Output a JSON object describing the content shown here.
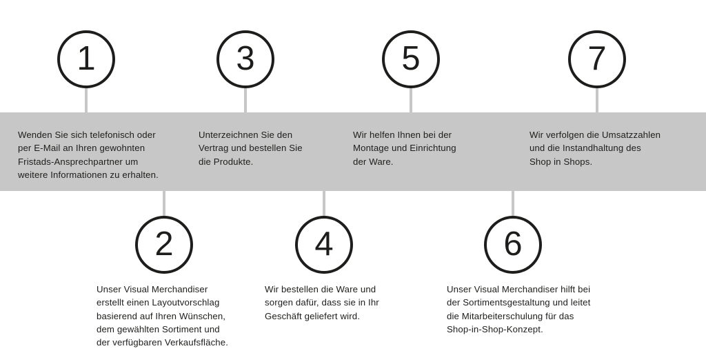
{
  "diagram": {
    "title_visible": false,
    "band_color": "#c7c7c7",
    "circle_color": "#1d1d1b",
    "text_color": "#1d1d1b",
    "background_color": "#ffffff",
    "connector_color": "#c7c7c7"
  },
  "steps": [
    {
      "number": "1",
      "row": "top",
      "text": "Wenden Sie sich telefonisch oder\nper E-Mail an Ihren gewohnten\nFristads-Ansprechpartner um\nweitere Informationen zu erhalten."
    },
    {
      "number": "2",
      "row": "bottom",
      "text": "Unser Visual Merchandiser\nerstellt einen Layoutvorschlag\nbasierend auf Ihren Wünschen,\ndem gewählten Sortiment und\nder verfügbaren Verkaufsfläche."
    },
    {
      "number": "3",
      "row": "top",
      "text": "Unterzeichnen Sie den\nVertrag und bestellen Sie\ndie Produkte."
    },
    {
      "number": "4",
      "row": "bottom",
      "text": "Wir bestellen die Ware und\nsorgen dafür, dass sie in Ihr\nGeschäft geliefert wird."
    },
    {
      "number": "5",
      "row": "top",
      "text": "Wir helfen Ihnen bei der\nMontage und Einrichtung\nder Ware."
    },
    {
      "number": "6",
      "row": "bottom",
      "text": "Unser Visual Merchandiser hilft bei\nder Sortimentsgestaltung und leitet\ndie Mitarbeiterschulung für das\nShop-in-Shop-Konzept."
    },
    {
      "number": "7",
      "row": "top",
      "text": "Wir verfolgen die Umsatzzahlen\nund die Instandhaltung des\nShop in Shops."
    }
  ]
}
